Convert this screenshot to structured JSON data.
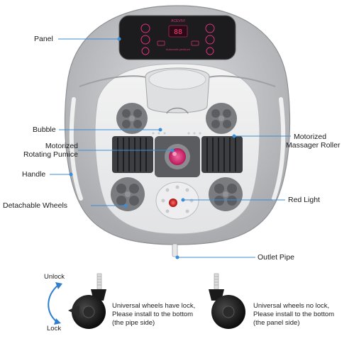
{
  "device": {
    "brand": "ACEVIVI",
    "display_digits": "88",
    "panel_caption": "Automatic pedicure"
  },
  "labels": {
    "panel": "Panel",
    "bubble": "Bubble",
    "motorized_rotating_pumice_1": "Motorized",
    "motorized_rotating_pumice_2": "Rotating Pumice",
    "handle": "Handle",
    "detachable_wheels": "Detachable Wheels",
    "motorized_massager_roller_1": "Motorized",
    "motorized_massager_roller_2": "Massager Roller",
    "red_light": "Red Light",
    "outlet_pipe": "Outlet Pipe"
  },
  "wheels": {
    "unlock": "Unlock",
    "lock": "Lock",
    "left_caption_1": "Universal wheels have lock,",
    "left_caption_2": "Please install to the bottom",
    "left_caption_3": "(the pipe side)",
    "right_caption_1": "Universal wheels no lock,",
    "right_caption_2": "Please install to the bottom",
    "right_caption_3": "(the panel side)"
  },
  "colors": {
    "leader_line": "#3b8fd6",
    "body_gray": "#c8c9cb",
    "panel_dark": "#1c1c1e",
    "accent_pink": "#e0307a",
    "red_light": "#d41c1c"
  }
}
